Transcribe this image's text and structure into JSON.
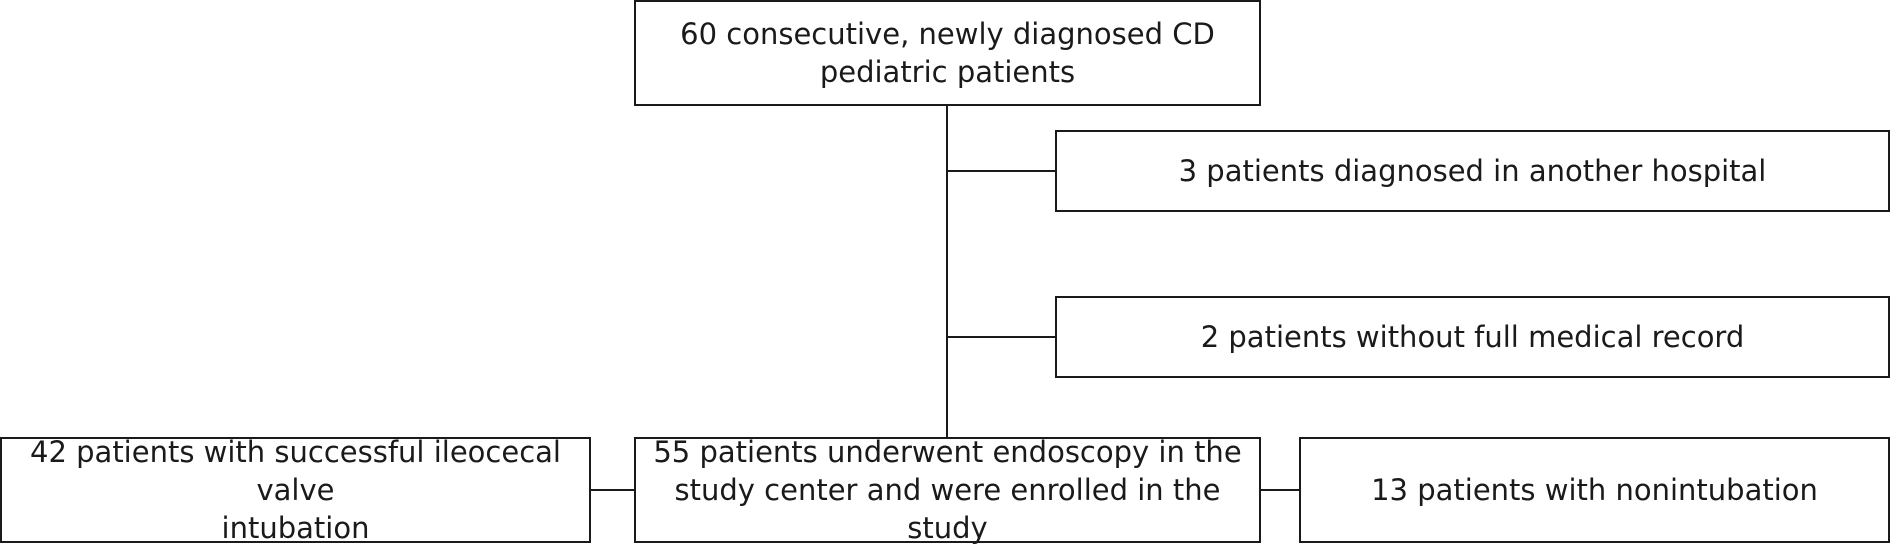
{
  "nodes": {
    "top": {
      "line1": "60 consecutive, newly diagnosed CD",
      "line2": "pediatric patients"
    },
    "exclusion_1": {
      "text": "3 patients diagnosed in another hospital"
    },
    "exclusion_2": {
      "text": "2 patients without full medical record"
    },
    "center": {
      "line1": "55 patients underwent endoscopy in the",
      "line2": "study center and were enrolled in the study"
    },
    "left": {
      "line1": "42 patients with successful ileocecal valve",
      "line2": "intubation"
    },
    "right": {
      "text": "13 patients with nonintubation"
    }
  }
}
